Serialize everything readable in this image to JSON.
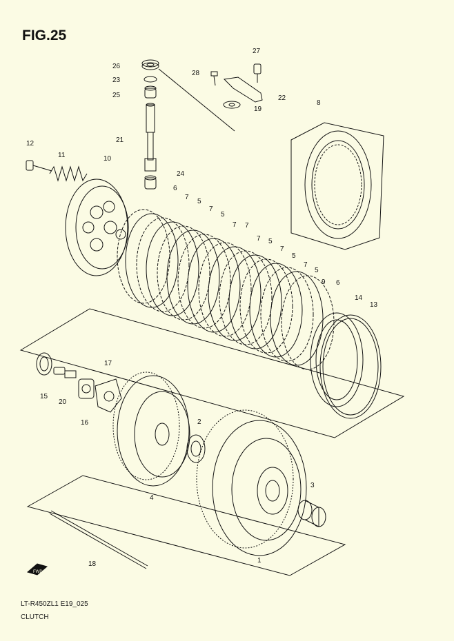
{
  "figure": {
    "title": "FIG.25",
    "code": "LT-R450ZL1 E19_025",
    "caption": "CLUTCH",
    "fwd_label": "FWD"
  },
  "callouts": [
    "1",
    "2",
    "3",
    "4",
    "5",
    "6",
    "7",
    "8",
    "9",
    "10",
    "11",
    "12",
    "13",
    "14",
    "15",
    "16",
    "17",
    "18",
    "19",
    "20",
    "21",
    "22",
    "23",
    "24",
    "25",
    "26",
    "27",
    "28"
  ],
  "colors": {
    "ink": "#111111",
    "paper": "#fbfbe4"
  }
}
